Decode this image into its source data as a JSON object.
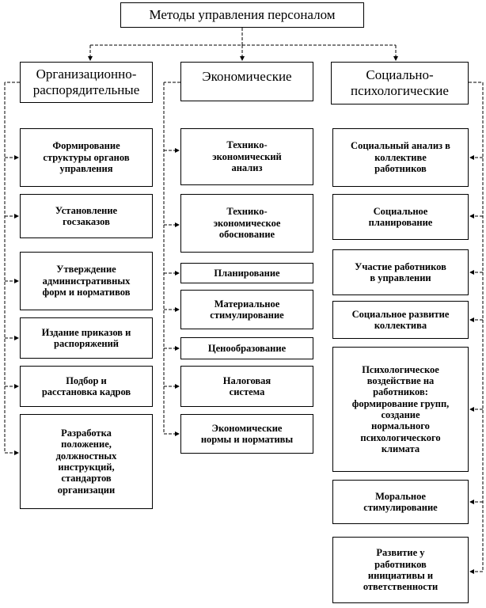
{
  "title": "Методы управления персоналом",
  "columns": [
    {
      "heading": "Организационно-\nраспорядительные",
      "items": [
        "Формирование\nструктуры органов\nуправления",
        "Установление\nгосзаказов",
        "Утверждение\nадминистративных\nформ и нормативов",
        "Издание приказов и\nраспоряжений",
        "Подбор и\nрасстановка кадров",
        "Разработка\nположение,\nдолжностных\nинструкций,\nстандартов\nорганизации"
      ]
    },
    {
      "heading": "Экономические",
      "items": [
        "Технико-\nэкономический\nанализ",
        "Технико-\nэкономическое\nобоснование",
        "Планирование",
        "Материальное\nстимулирование",
        "Ценообразование",
        "Налоговая\nсистема",
        "Экономические\nнормы и нормативы"
      ]
    },
    {
      "heading": "Социально-\nпсихологические",
      "items": [
        "Социальный анализ в\nколлективе\nработников",
        "Социальное\nпланирование",
        "Участие работников\nв управлении",
        "Социальное развитие\nколлектива",
        "Психологическое\nвоздействие на\nработников:\nформирование групп,\nсоздание\nнормального\nпсихологического\nклимата",
        "Моральное\nстимулирование",
        "Развитие у\nработников\nинициативы и\nответственности"
      ]
    }
  ]
}
